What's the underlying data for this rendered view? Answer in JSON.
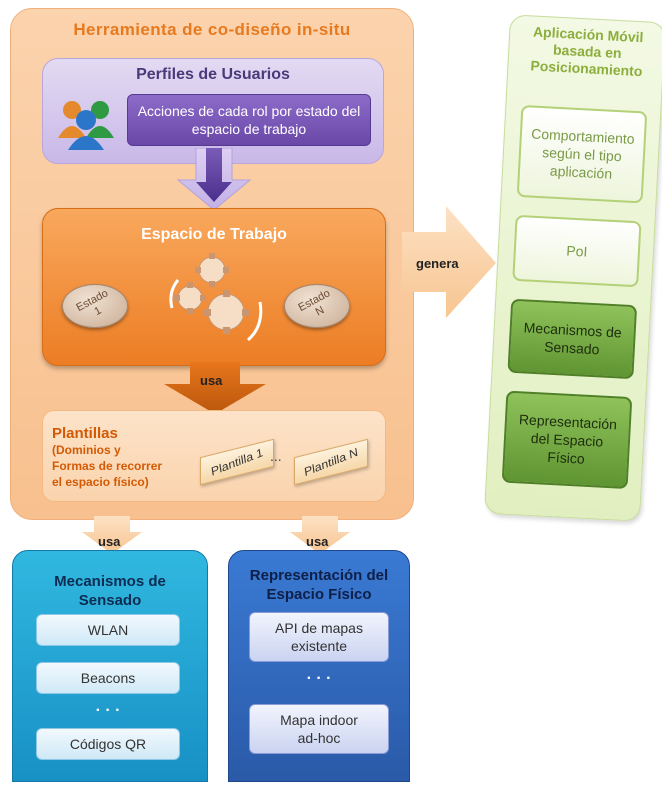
{
  "tool": {
    "title": "Herramienta  de  co-diseño  in-situ",
    "profiles": {
      "title": "Perfiles de Usuarios",
      "actions": "Acciones de cada rol por estado del espacio de trabajo"
    },
    "workspace": {
      "title": "Espacio de Trabajo",
      "state_1_word": "Estado",
      "state_1_num": "1",
      "state_n_word": "Estado",
      "state_n_num": "N"
    },
    "uses_label": "usa",
    "templates": {
      "title": "Plantillas",
      "description_1": "(Dominios y",
      "description_2": "Formas de recorrer",
      "description_3": "el espacio físico)",
      "template_1": "Plantilla 1",
      "ellipsis": "...",
      "template_n": "Plantilla N"
    }
  },
  "generates_label": "genera",
  "sensing": {
    "uses_label": "usa",
    "title_1": "Mecanismos de",
    "title_2": "Sensado",
    "items": [
      "WLAN",
      "Beacons",
      "Códigos QR"
    ],
    "dots": "· · ·"
  },
  "map_rep": {
    "uses_label": "usa",
    "title_1": "Representación del",
    "title_2": "Espacio Físico",
    "item_1a": "API de mapas",
    "item_1b": "existente",
    "dots": "· · ·",
    "item_2a": "Mapa indoor",
    "item_2b": "ad-hoc"
  },
  "mobile_app": {
    "title_1": "Aplicación Móvil",
    "title_2": "basada en",
    "title_3": "Posicionamiento",
    "items": [
      {
        "l1": "Comportamiento",
        "l2": "según el tipo",
        "l3": "aplicación"
      },
      {
        "l1": "PoI",
        "l2": "",
        "l3": ""
      },
      {
        "l1": "Mecanismos de",
        "l2": "Sensado",
        "l3": ""
      },
      {
        "l1": "Representación",
        "l2": "del Espacio",
        "l3": "Físico"
      }
    ]
  },
  "colors": {
    "tool_orange": "#f8c08e",
    "profiles_purple": "#c9b8e8",
    "workspace_orange": "#ec7d24",
    "sensing_blue": "#1890c4",
    "map_blue": "#2a5aa8",
    "app_green": "#e1efc0"
  }
}
